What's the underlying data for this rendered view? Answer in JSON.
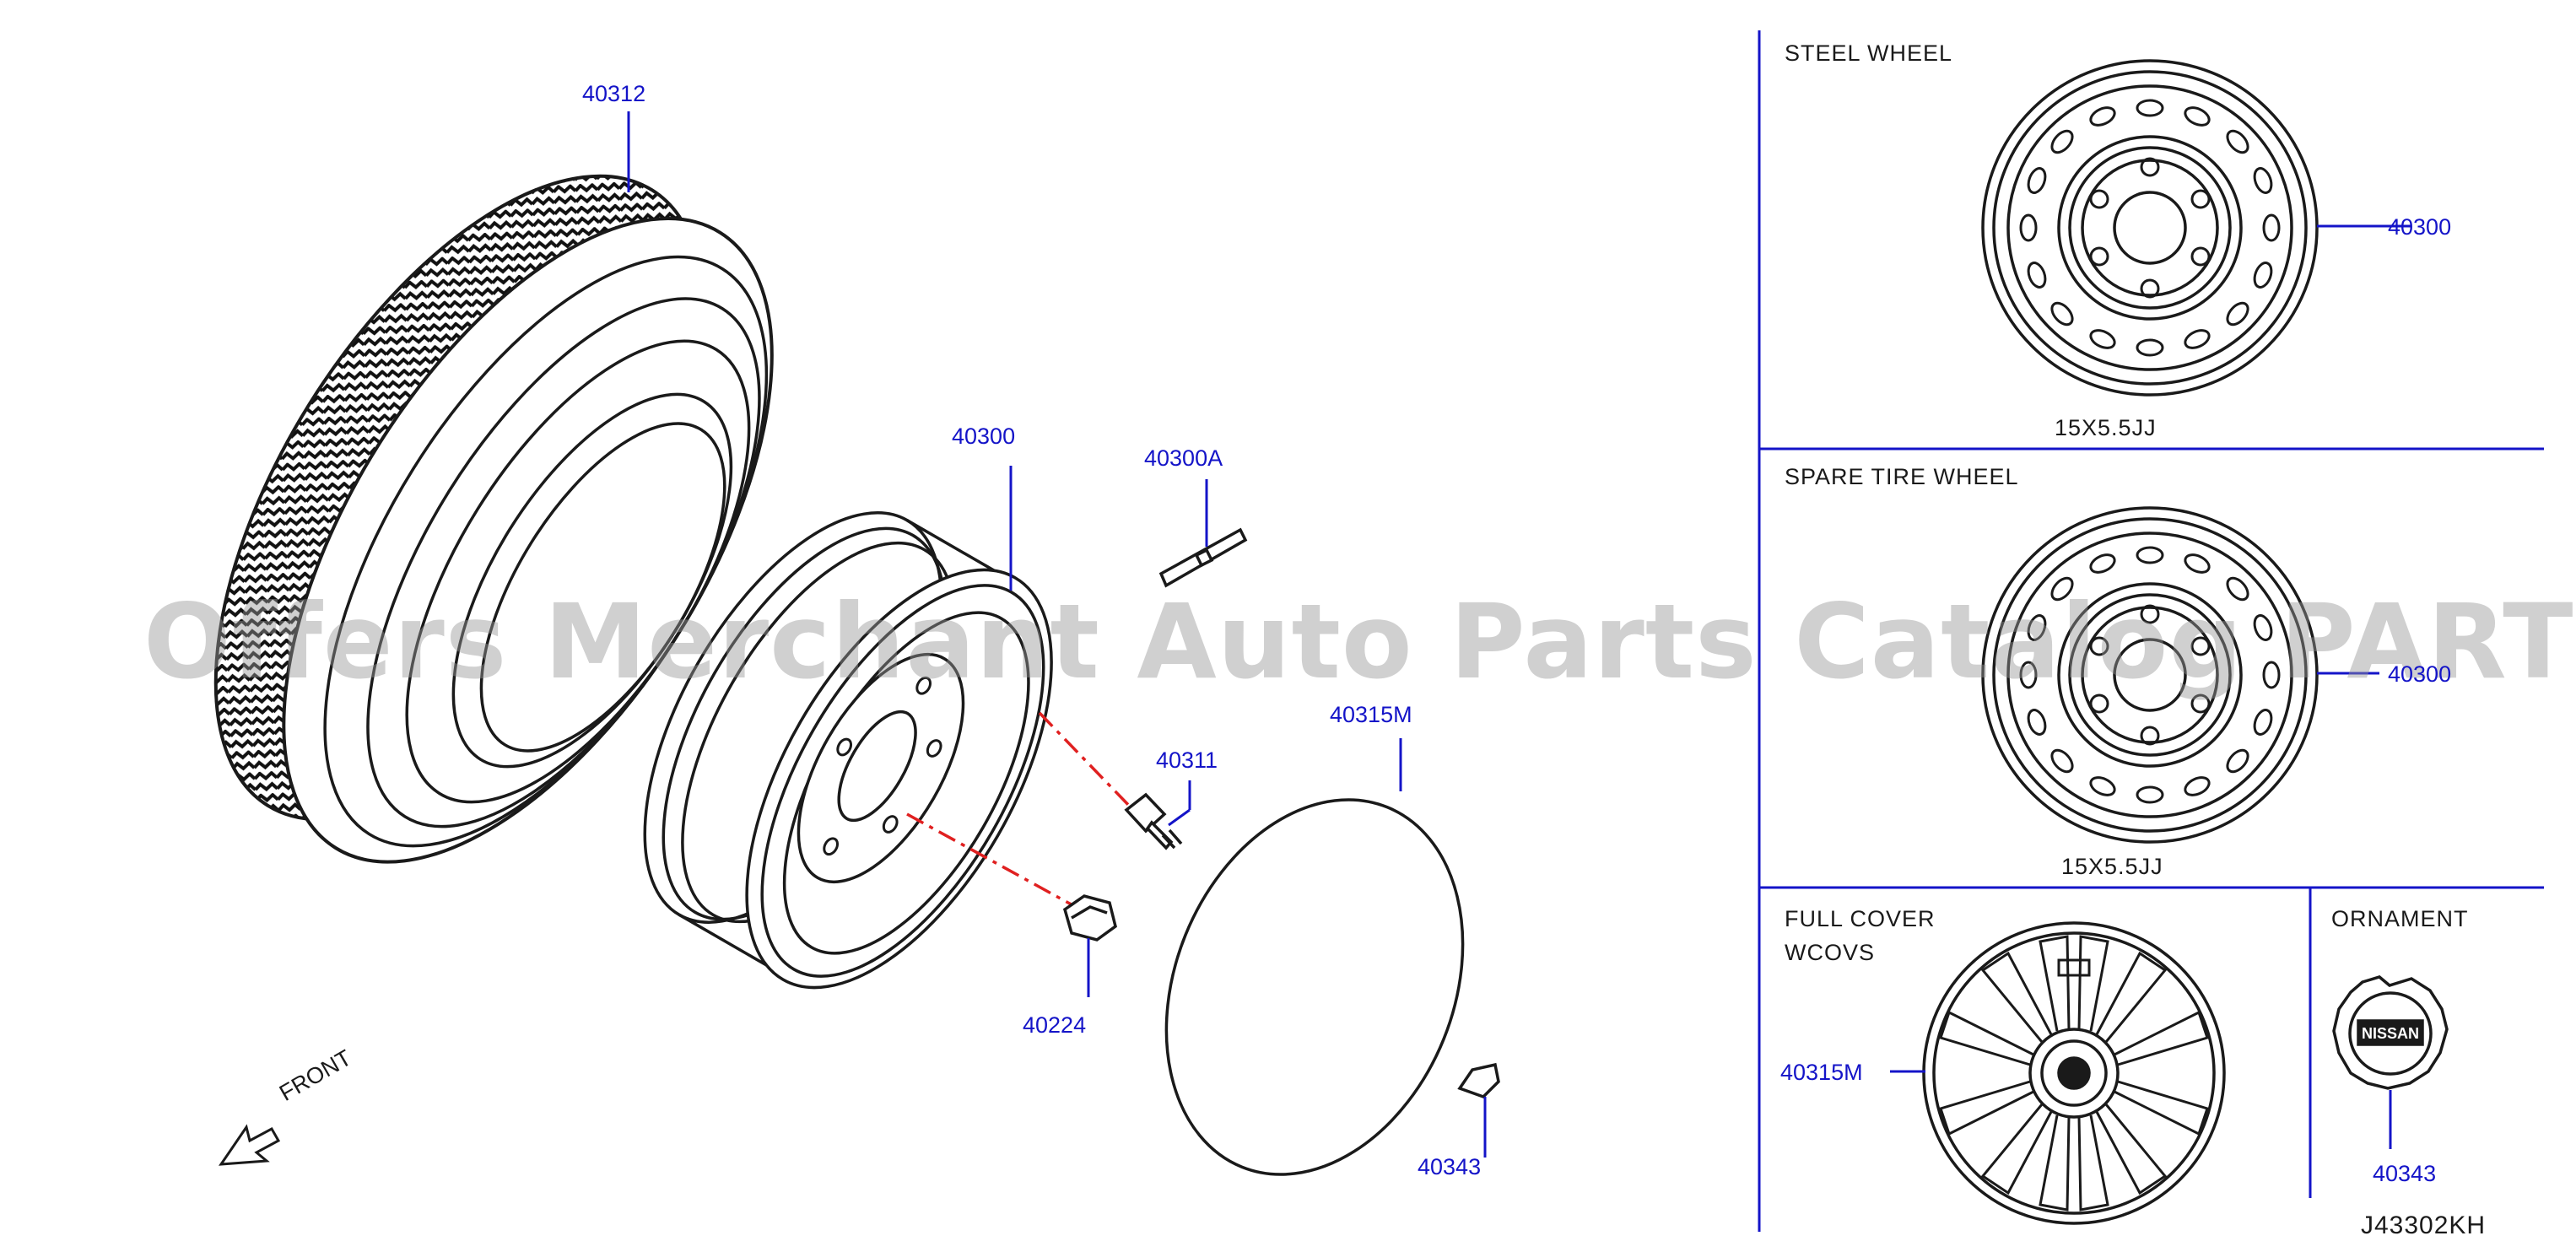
{
  "main_diagram": {
    "callouts": {
      "tire": "40312",
      "wheel": "40300",
      "balance_weight": "40300A",
      "valve": "40311",
      "nut": "40224",
      "wheel_cover": "40315M",
      "ornament": "40343"
    },
    "front_label": "FRONT",
    "front_arrow_icon": "arrow-front-icon"
  },
  "panels": {
    "steel_wheel": {
      "title": "STEEL   WHEEL",
      "callout": "40300",
      "size": "15X5.5JJ"
    },
    "spare_tire_wheel": {
      "title": "SPARE   TIRE   WHEEL",
      "callout": "40300",
      "size": "15X5.5JJ"
    },
    "full_cover": {
      "title_line1": "FULL   COVER",
      "title_line2": "WCOVS",
      "callout": "40315M"
    },
    "ornament": {
      "title": "ORNAMENT",
      "callout": "40343"
    }
  },
  "diagram_code": "J43302KH",
  "watermark": "Offers Merchant Auto Parts Catalog PARTSTORE.SA",
  "colors": {
    "callout": "#1414c8",
    "line": "#1a1a1a",
    "dash_red": "#e02020",
    "divider": "#1414c8"
  }
}
